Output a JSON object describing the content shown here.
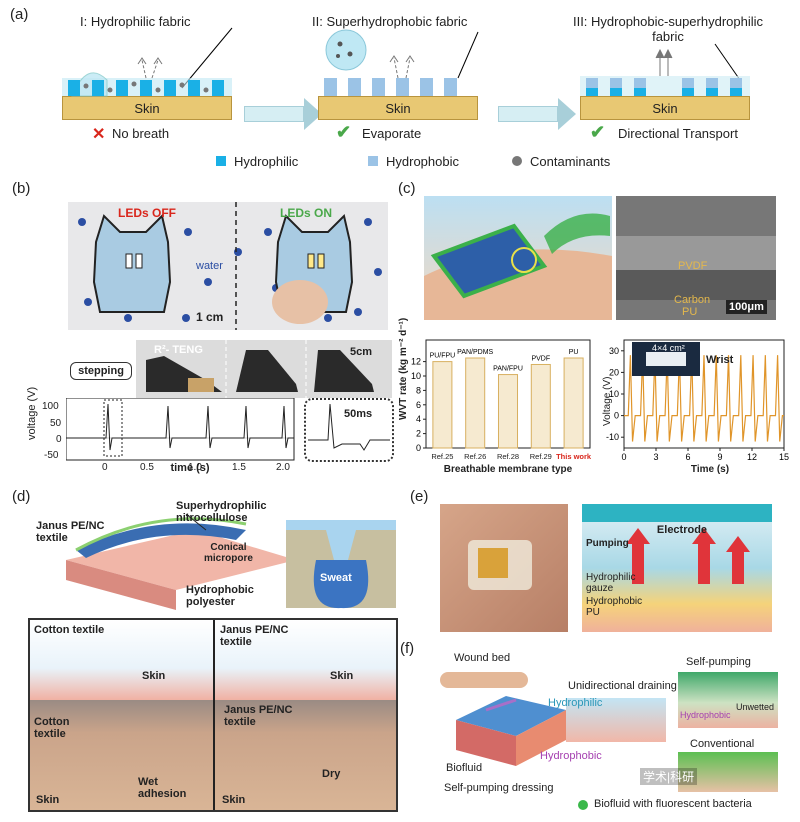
{
  "panels": {
    "a": "(a)",
    "b": "(b)",
    "c": "(c)",
    "d": "(d)",
    "e": "(e)",
    "f": "(f)"
  },
  "a": {
    "stage1": {
      "title": "I: Hydrophilic fabric",
      "skin": "Skin",
      "status": "No breath"
    },
    "stage2": {
      "title": "II: Superhydrophobic fabric",
      "skin": "Skin",
      "status": "Evaporate"
    },
    "stage3": {
      "title_line1": "III: Hydrophobic-superhydrophilic",
      "title_line2": "fabric",
      "skin": "Skin",
      "status": "Directional Transport"
    },
    "legend": {
      "hydrophilic": "Hydrophilic",
      "hydrophobic": "Hydrophobic",
      "contaminants": "Contaminants"
    },
    "colors": {
      "hydrophilic": "#1ab0e6",
      "hydrophobic": "#9bc3e6",
      "contaminant": "#777777",
      "skin": "#e8c873",
      "cross": "#d9261c",
      "check": "#4aa84a"
    }
  },
  "b": {
    "leds_off": "LEDs OFF",
    "leds_on": "LEDs ON",
    "water": "water",
    "scale_1cm": "1 cm",
    "stepping": "stepping",
    "teng": "R²- TENG",
    "scale_5cm": "5cm",
    "scale_50ms": "50ms",
    "ylabel": "voltage (V)",
    "xlabel": "time (s)",
    "yticks": [
      "100",
      "50",
      "0",
      "-50"
    ],
    "xticks": [
      "0",
      "0.5",
      "1.0",
      "1.5",
      "2.0"
    ]
  },
  "c": {
    "pvdf": "PVDF",
    "carbon": "Carbon",
    "pu": "PU",
    "scale_100um": "100μm",
    "bar_ylabel": "WVT rate (kg m⁻² d⁻¹)",
    "bar_xlabel": "Breathable membrane type",
    "line_ylabel": "Voltage (V)",
    "line_xlabel": "Time (s)",
    "wrist": "Wrist",
    "patch_size": "4×4 cm²"
  },
  "chart_data": [
    {
      "type": "bar",
      "categories": [
        "Ref.25",
        "Ref.26",
        "Ref.28",
        "Ref.29",
        "This work"
      ],
      "bar_labels": [
        "PU/FPU",
        "PAN/PDMS",
        "PAN/FPU",
        "PVDF",
        "PU"
      ],
      "values": [
        12.0,
        12.5,
        10.2,
        11.6,
        12.5
      ],
      "xlabel": "Breathable membrane type",
      "ylabel": "WVT rate (kg m⁻² d⁻¹)",
      "ylim": [
        0,
        15
      ],
      "yticks": [
        0,
        2,
        4,
        6,
        8,
        10,
        12
      ],
      "colors": {
        "bar": "#f6ead0",
        "edge": "#d8b060",
        "highlight": "#d9261c"
      }
    },
    {
      "type": "line",
      "xlabel": "Time (s)",
      "ylabel": "Voltage (V)",
      "xlim": [
        0,
        15
      ],
      "ylim": [
        -15,
        35
      ],
      "xticks": [
        0,
        3,
        6,
        9,
        12,
        15
      ],
      "yticks": [
        -10,
        0,
        10,
        20,
        30
      ],
      "peak_times": [
        0.6,
        1.75,
        2.9,
        4.05,
        5.2,
        6.35,
        7.5,
        8.65,
        9.8,
        10.95,
        12.1,
        13.25,
        14.4
      ],
      "peak_value": 28,
      "trough_value": -12,
      "color": "#e0952a"
    }
  ],
  "d": {
    "janus": "Janus PE/NC",
    "textile": "textile",
    "superhydrophilic": "Superhydrophilic",
    "nitrocellulose": "nitrocellulose",
    "conical": "Conical",
    "micropore": "micropore",
    "hydrophobic": "Hydrophobic",
    "polyester": "polyester",
    "sweat": "Sweat",
    "cotton_textile": "Cotton textile",
    "janus_textile_1": "Janus PE/NC",
    "janus_textile_2": "textile",
    "skin": "Skin",
    "cotton": "Cotton",
    "textile2": "textile",
    "wet": "Wet",
    "adhesion": "adhesion",
    "dry": "Dry"
  },
  "e": {
    "electrode": "Electrode",
    "pumping": "Pumping",
    "hydrophilic": "Hydrophilic",
    "gauze": "gauze",
    "hydrophobic": "Hydrophobic",
    "pu": "PU"
  },
  "f": {
    "wound_bed": "Wound bed",
    "self_pumping": "Self-pumping",
    "unidirectional": "Unidirectional draining",
    "hydrophilic": "Hydrophilic",
    "hydrophobic": "Hydrophobic",
    "unwetted": "Unwetted",
    "hydrophobic2": "Hydrophobic",
    "conventional": "Conventional",
    "biofluid": "Biofluid",
    "dressing": "Self-pumping dressing",
    "legend": "Biofluid with fluorescent bacteria",
    "watermark": "学术|科研"
  }
}
